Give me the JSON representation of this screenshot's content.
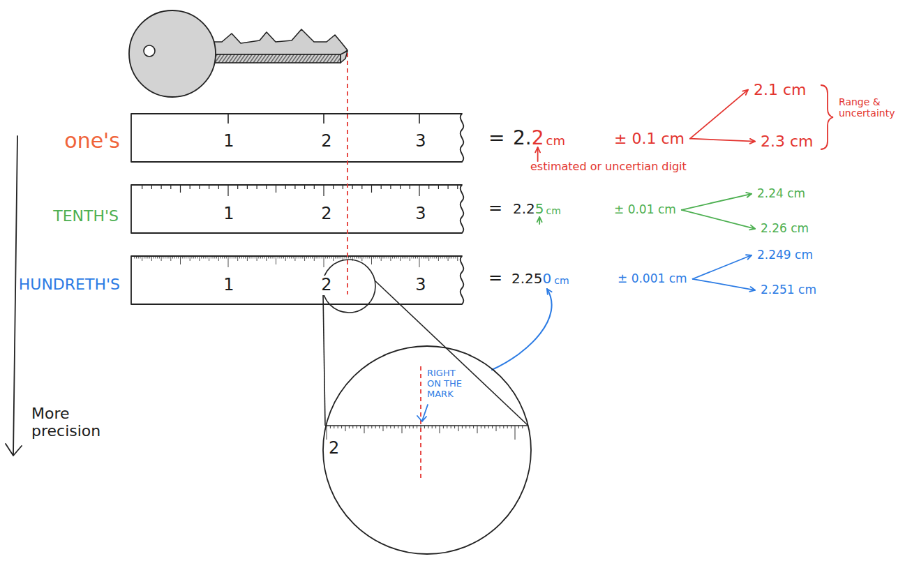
{
  "diagram": {
    "nodes": [
      {
        "text": [
          "one's",
          "1",
          "2",
          "3"
        ]
      },
      {
        "text": [
          "TENTH'S",
          "1",
          "2",
          "3"
        ]
      },
      {
        "text": [
          "HUNDRETH'S",
          "1",
          "2",
          "3"
        ]
      },
      {
        "text": [
          "2",
          "RIGHT ON THE MARK"
        ]
      }
    ],
    "labels": [
      "=",
      "2.",
      "2",
      "cm",
      "± 0.1 cm",
      "estimated or uncertian digit",
      "2.1 cm",
      "2.3 cm",
      "Range & uncertainty",
      "=",
      "2.2",
      "5",
      "cm",
      "± 0.01 cm",
      "2.24 cm",
      "2.26 cm",
      "=",
      "2.25",
      "0",
      "cm",
      "± 0.001 cm",
      "2.249 cm",
      "2.251 cm",
      "More precision"
    ]
  }
}
